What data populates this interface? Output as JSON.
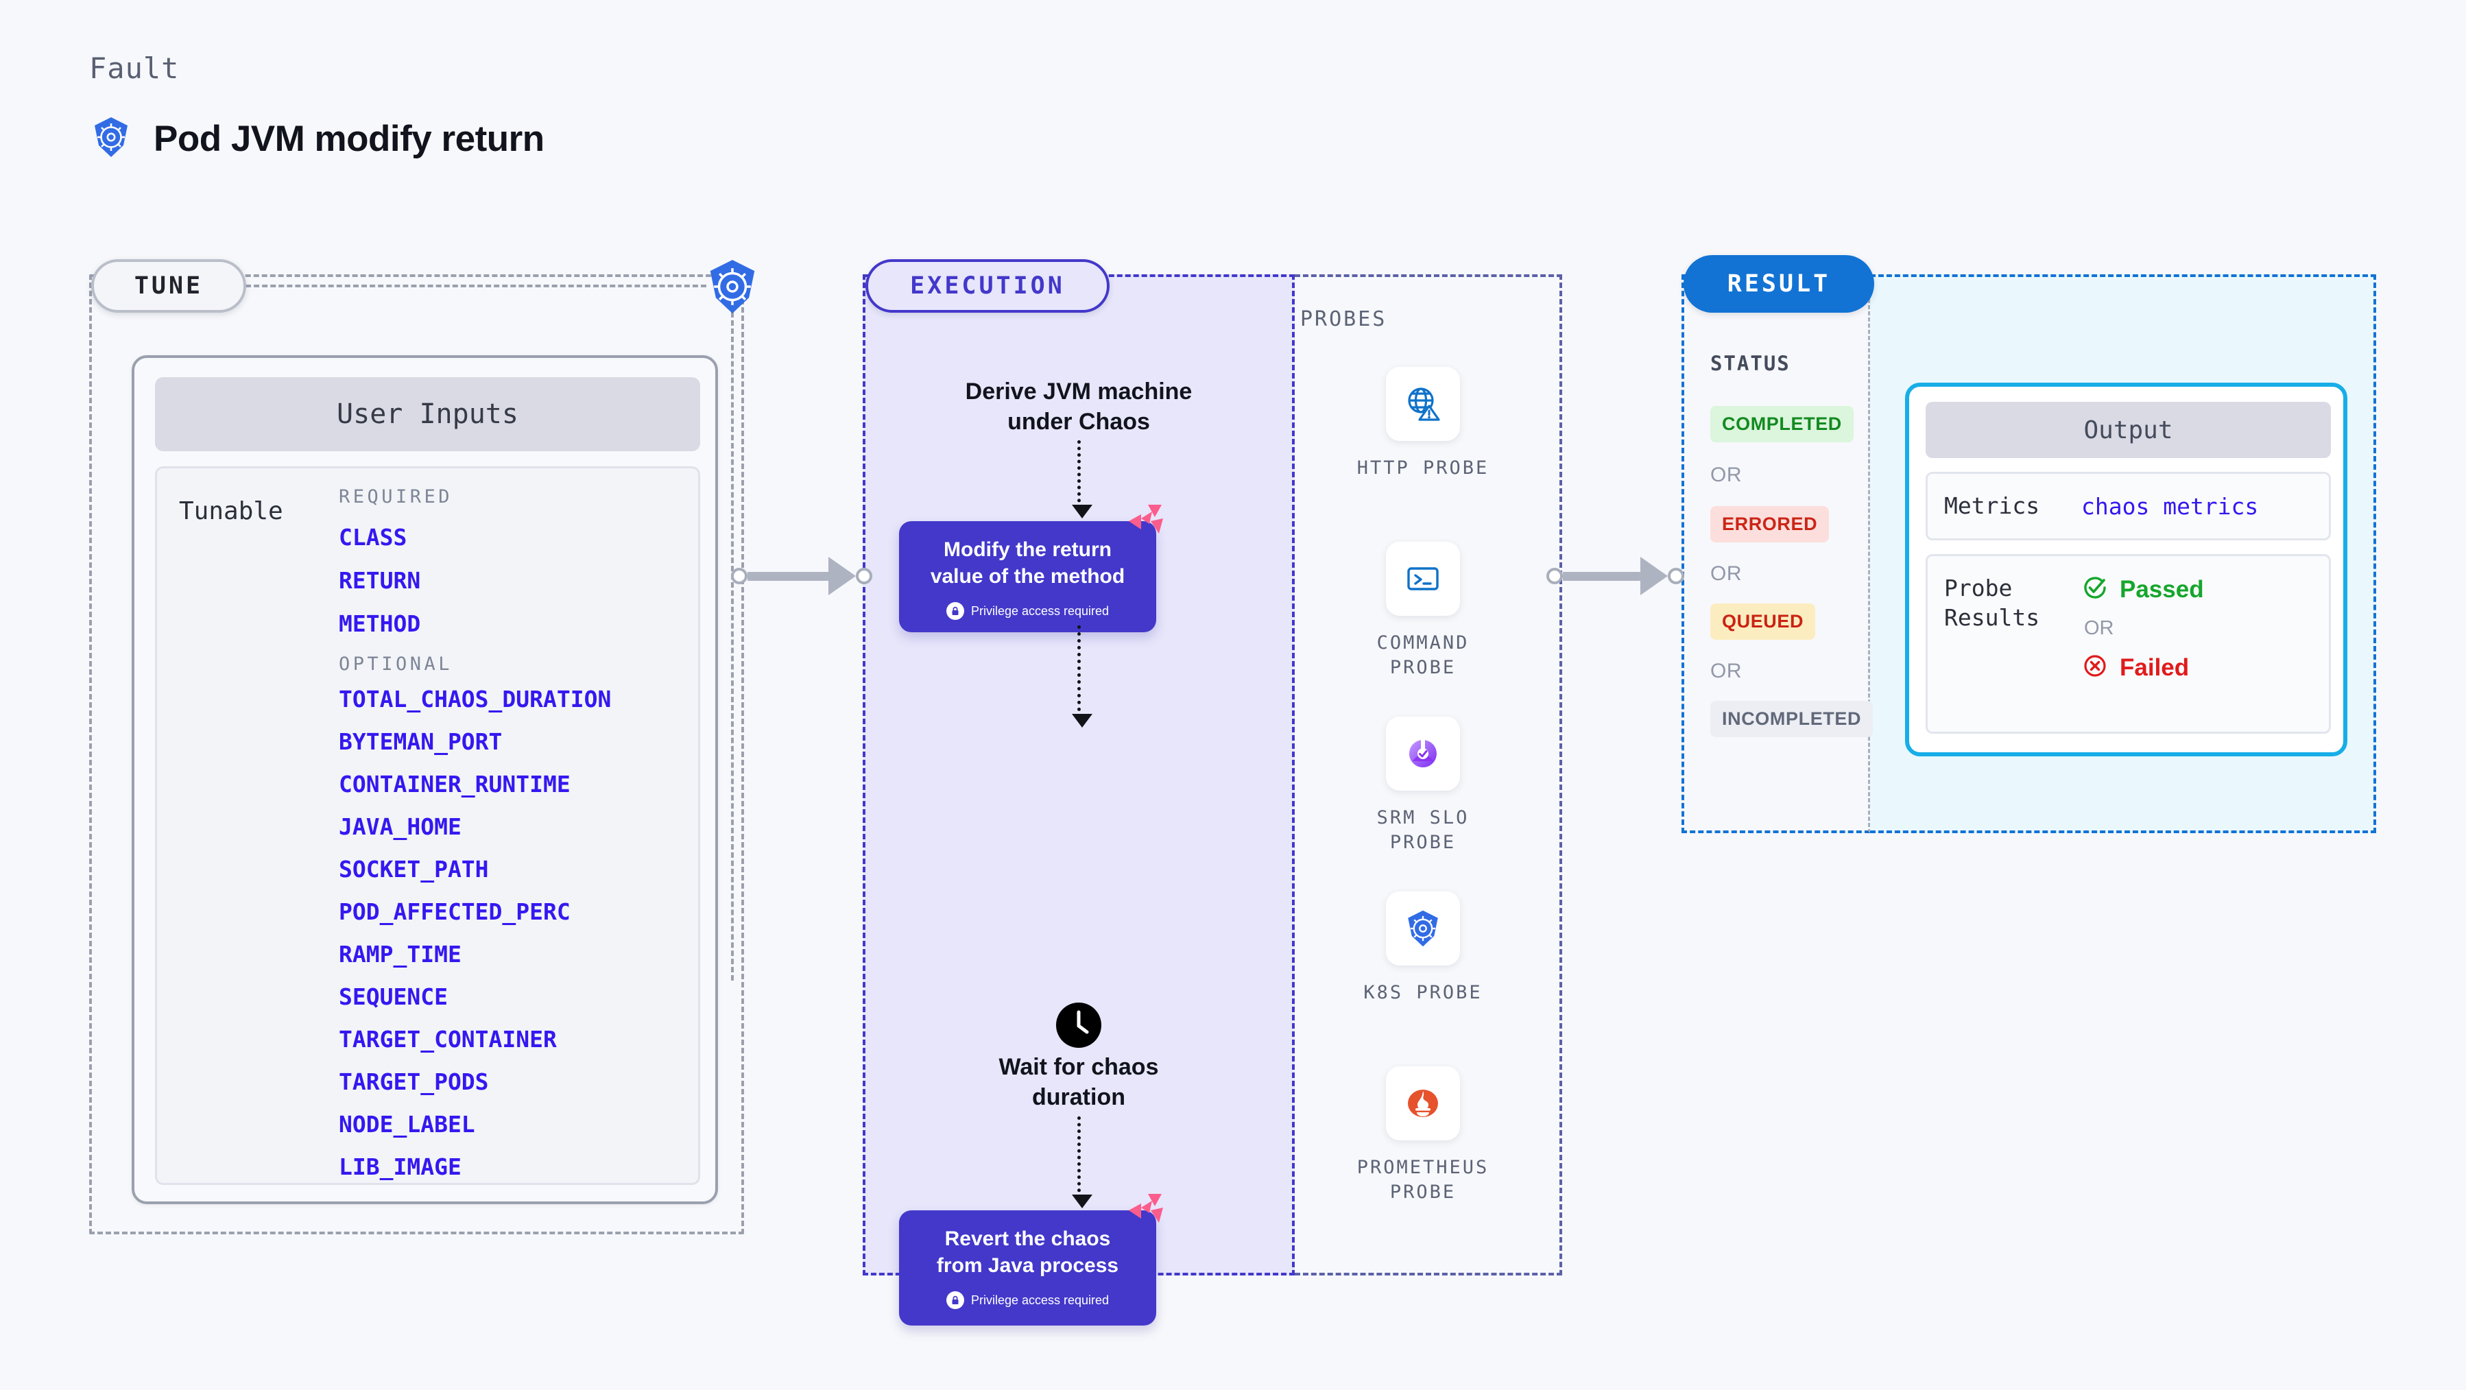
{
  "header": {
    "kind": "Fault",
    "title": "Pod JVM modify return",
    "icon": "kubernetes-icon"
  },
  "tune": {
    "pill": "TUNE",
    "card_title": "User Inputs",
    "tunable_label": "Tunable",
    "required_label": "REQUIRED",
    "required": [
      "CLASS",
      "RETURN",
      "METHOD"
    ],
    "optional_label": "OPTIONAL",
    "optional": [
      "TOTAL_CHAOS_DURATION",
      "BYTEMAN_PORT",
      "CONTAINER_RUNTIME",
      "JAVA_HOME",
      "SOCKET_PATH",
      "POD_AFFECTED_PERC",
      "RAMP_TIME",
      "SEQUENCE",
      "TARGET_CONTAINER",
      "TARGET_PODS",
      "NODE_LABEL",
      "LIB_IMAGE"
    ]
  },
  "execution": {
    "pill": "EXECUTION",
    "step_1_text": "Derive JVM machine\nunder Chaos",
    "block_1_title": "Modify the return\nvalue of the method",
    "block_1_note": "Privilege access required",
    "step_2_text": "Wait for chaos\nduration",
    "block_2_title": "Revert the chaos\nfrom Java process",
    "block_2_note": "Privilege access required"
  },
  "probes": {
    "label": "PROBES",
    "items": [
      {
        "name": "HTTP PROBE",
        "icon": "globe-warning-icon"
      },
      {
        "name": "COMMAND\nPROBE",
        "icon": "terminal-icon"
      },
      {
        "name": "SRM SLO\nPROBE",
        "icon": "slo-gauge-icon"
      },
      {
        "name": "K8S PROBE",
        "icon": "kubernetes-icon"
      },
      {
        "name": "PROMETHEUS\nPROBE",
        "icon": "prometheus-icon"
      }
    ]
  },
  "result": {
    "pill": "RESULT",
    "status_label": "STATUS",
    "or_label": "OR",
    "statuses": [
      {
        "label": "COMPLETED",
        "bg": "#dcf5dd",
        "fg": "#138a20"
      },
      {
        "label": "ERRORED",
        "bg": "#fcdfdd",
        "fg": "#cb2516"
      },
      {
        "label": "QUEUED",
        "bg": "#fcedc0",
        "fg": "#ca2314"
      },
      {
        "label": "INCOMPLETED",
        "bg": "#eceef4",
        "fg": "#616879"
      }
    ]
  },
  "output": {
    "card_title": "Output",
    "metrics_key": "Metrics",
    "metrics_value": "chaos metrics",
    "probe_results_key": "Probe\nResults",
    "passed_label": "Passed",
    "or_label": "OR",
    "failed_label": "Failed"
  },
  "colors": {
    "background": "#f7f8fb",
    "accent_indigo": "#4338ca",
    "accent_blue": "#1273d4",
    "accent_cyan": "#17aee8",
    "param_link": "#3418f0",
    "k8s_blue": "#326ce5",
    "litmus_pink": "#fb5d8c"
  }
}
